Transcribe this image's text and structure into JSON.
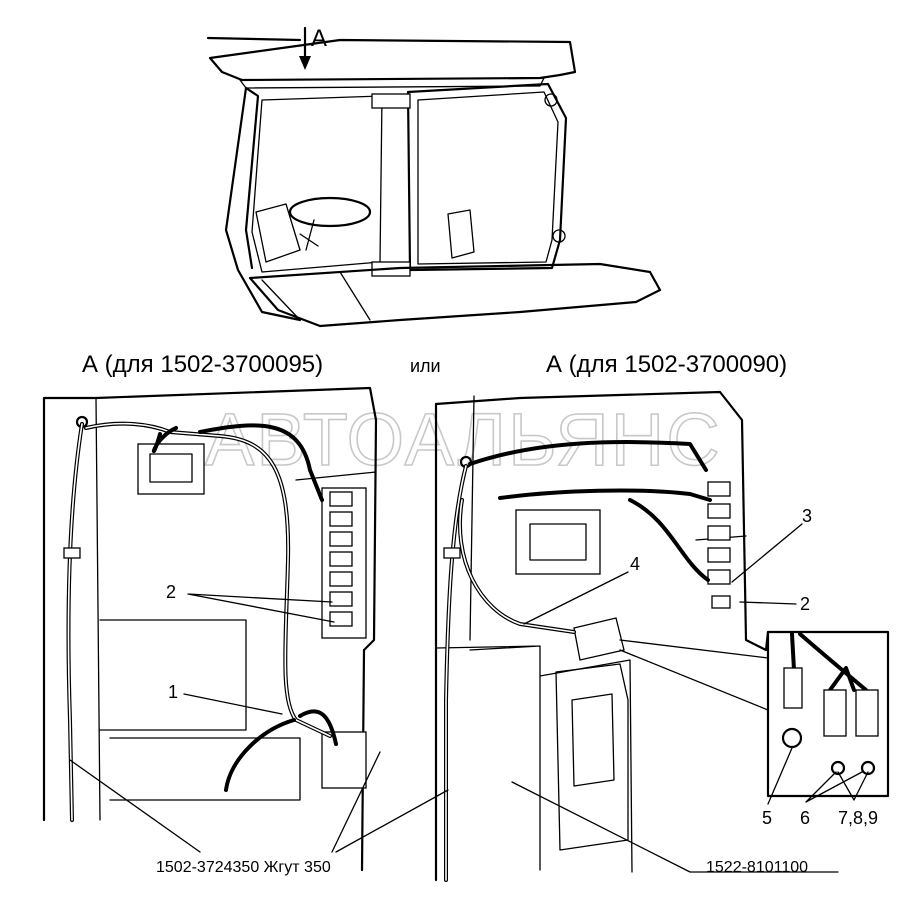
{
  "view_marker": "A",
  "titles": {
    "left": "А (для 1502-3700095)",
    "or": "или",
    "right": "А (для 1502-3700090)"
  },
  "watermark": "АВТОАЛЬЯНС",
  "callouts": {
    "c1": "1",
    "c2_left": "2",
    "c2_right": "2",
    "c3": "3",
    "c4": "4",
    "c5": "5",
    "c6": "6",
    "c789": "7,8,9"
  },
  "labels": {
    "harness": "1502-3724350 Жгут 350",
    "part": "1522-8101100"
  },
  "colors": {
    "line": "#000000",
    "background": "#ffffff",
    "watermark": "#c8c8c8"
  }
}
